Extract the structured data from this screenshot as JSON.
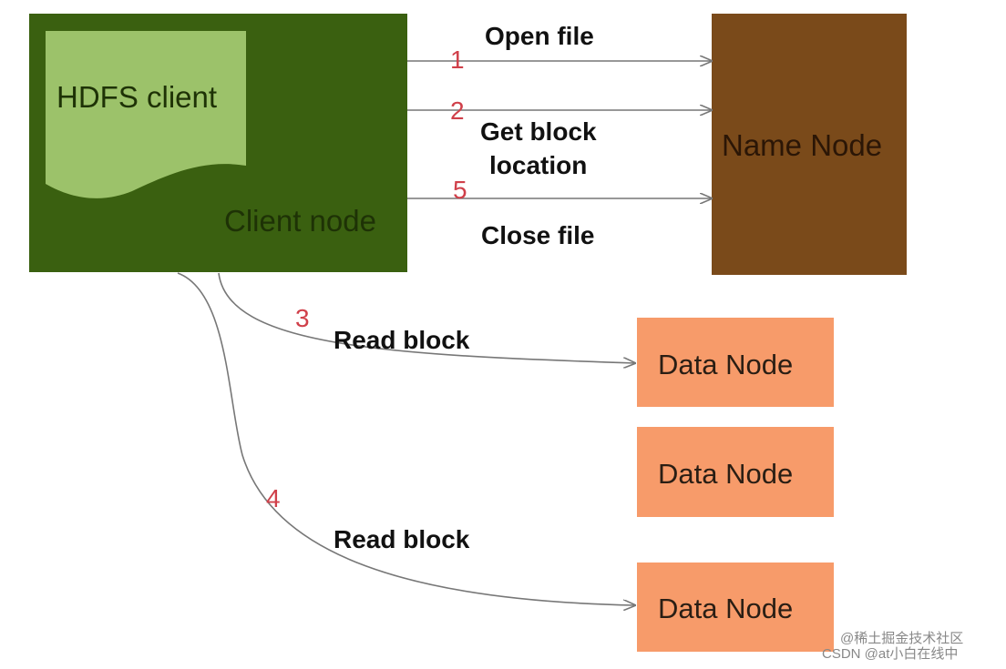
{
  "nodes": {
    "client_doc": "HDFS client",
    "client_node": "Client node",
    "name_node": "Name Node",
    "data_nodes": [
      "Data Node",
      "Data Node",
      "Data Node"
    ]
  },
  "steps": {
    "open": {
      "num": "1",
      "label": "Open file"
    },
    "get_block": {
      "num": "2",
      "label_line1": "Get block",
      "label_line2": "location"
    },
    "close": {
      "num": "5",
      "label": "Close file"
    },
    "read_1": {
      "num": "3",
      "label": "Read block"
    },
    "read_2": {
      "num": "4",
      "label": "Read block"
    }
  },
  "watermark": {
    "line1": "@稀土掘金技术社区",
    "line2": "CSDN @at小白在线中"
  }
}
